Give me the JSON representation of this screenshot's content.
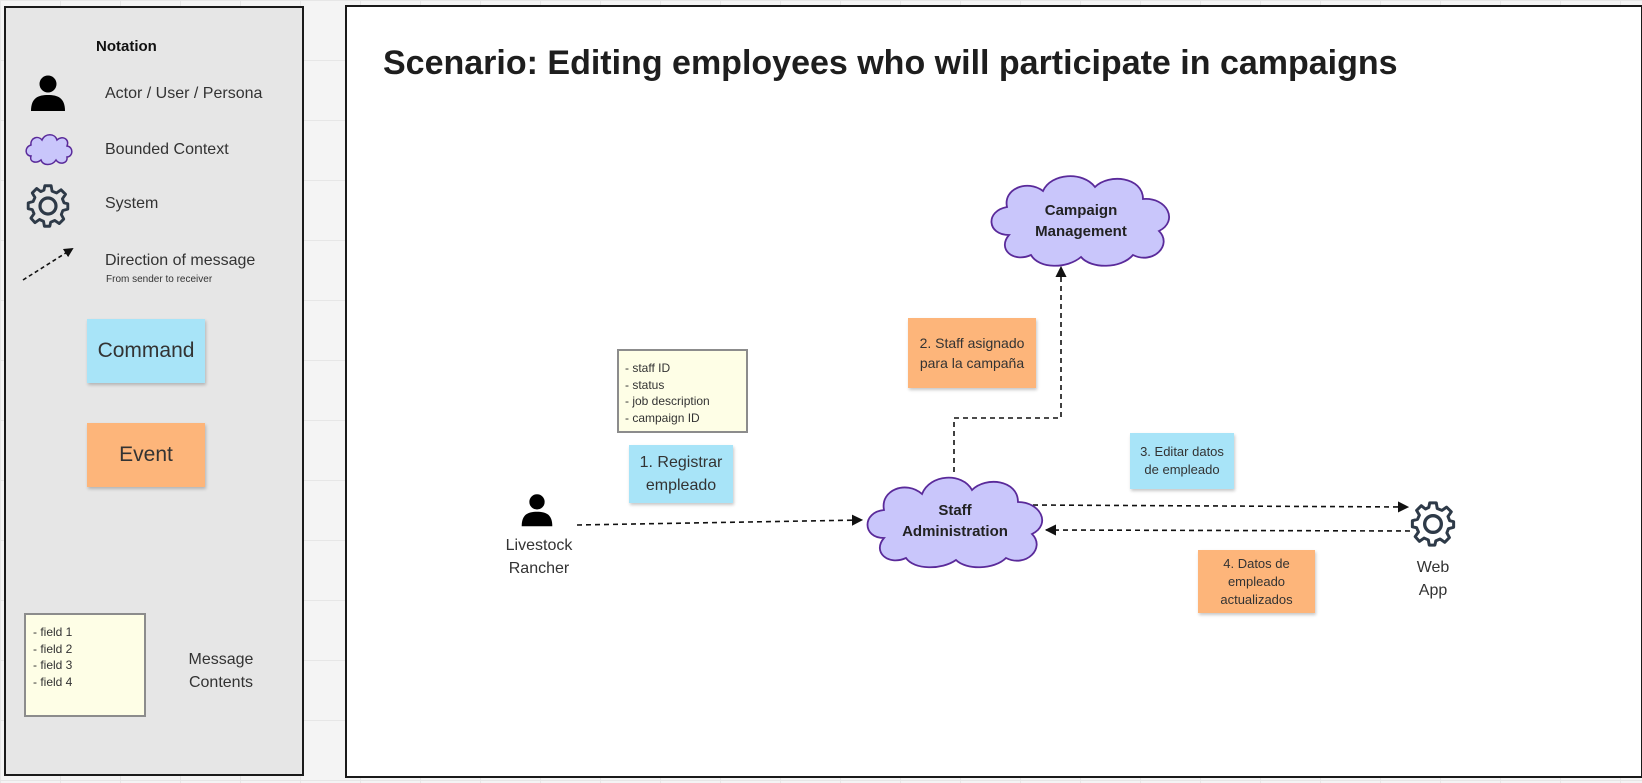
{
  "legend": {
    "title": "Notation",
    "actor_label": "Actor / User / Persona",
    "bounded_context_label": "Bounded Context",
    "system_label": "System",
    "direction_label": "Direction of message",
    "direction_sublabel": "From sender to receiver",
    "command_label": "Command",
    "event_label": "Event",
    "message_fields": [
      "- field 1",
      "- field 2",
      "- field 3",
      "- field 4"
    ],
    "message_contents_label": [
      "Message",
      "Contents"
    ]
  },
  "diagram": {
    "title": "Scenario: Editing employees who will participate in campaigns",
    "actor": {
      "icon": "person-icon",
      "label": [
        "Livestock",
        "Rancher"
      ]
    },
    "contexts": {
      "campaign": [
        "Campaign",
        "Management"
      ],
      "staff": [
        "Staff",
        "Administration"
      ]
    },
    "system": {
      "icon": "gear-icon",
      "label": [
        "Web",
        "App"
      ]
    },
    "message_fields": [
      "- staff ID",
      "- status",
      "- job description",
      "- campaign ID"
    ],
    "commands": [
      {
        "id": "cmd1",
        "lines": [
          "1. Registrar",
          "empleado"
        ]
      },
      {
        "id": "cmd3",
        "lines": [
          "3. Editar datos",
          "de empleado"
        ]
      }
    ],
    "events": [
      {
        "id": "evt2",
        "lines": [
          "2. Staff asignado",
          "para la campaña"
        ]
      },
      {
        "id": "evt4",
        "lines": [
          "4. Datos de",
          "empleado",
          "actualizados"
        ]
      }
    ]
  },
  "colors": {
    "command": "#a8e4f8",
    "event": "#fdb57a",
    "bounded_context_fill": "#c9c6fb",
    "bounded_context_stroke": "#5a2a9a",
    "message_box": "#fefee6"
  }
}
